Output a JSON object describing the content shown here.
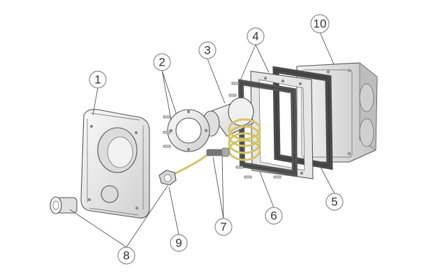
{
  "diagram": {
    "labels": [
      "1",
      "2",
      "3",
      "4",
      "5",
      "6",
      "7",
      "8",
      "9",
      "10"
    ],
    "colors": {
      "part_fill": "#ececec",
      "part_shade": "#c8c8c8",
      "gasket": "#5a5a5a",
      "cable": "#d8c870",
      "outline": "#555555"
    }
  }
}
